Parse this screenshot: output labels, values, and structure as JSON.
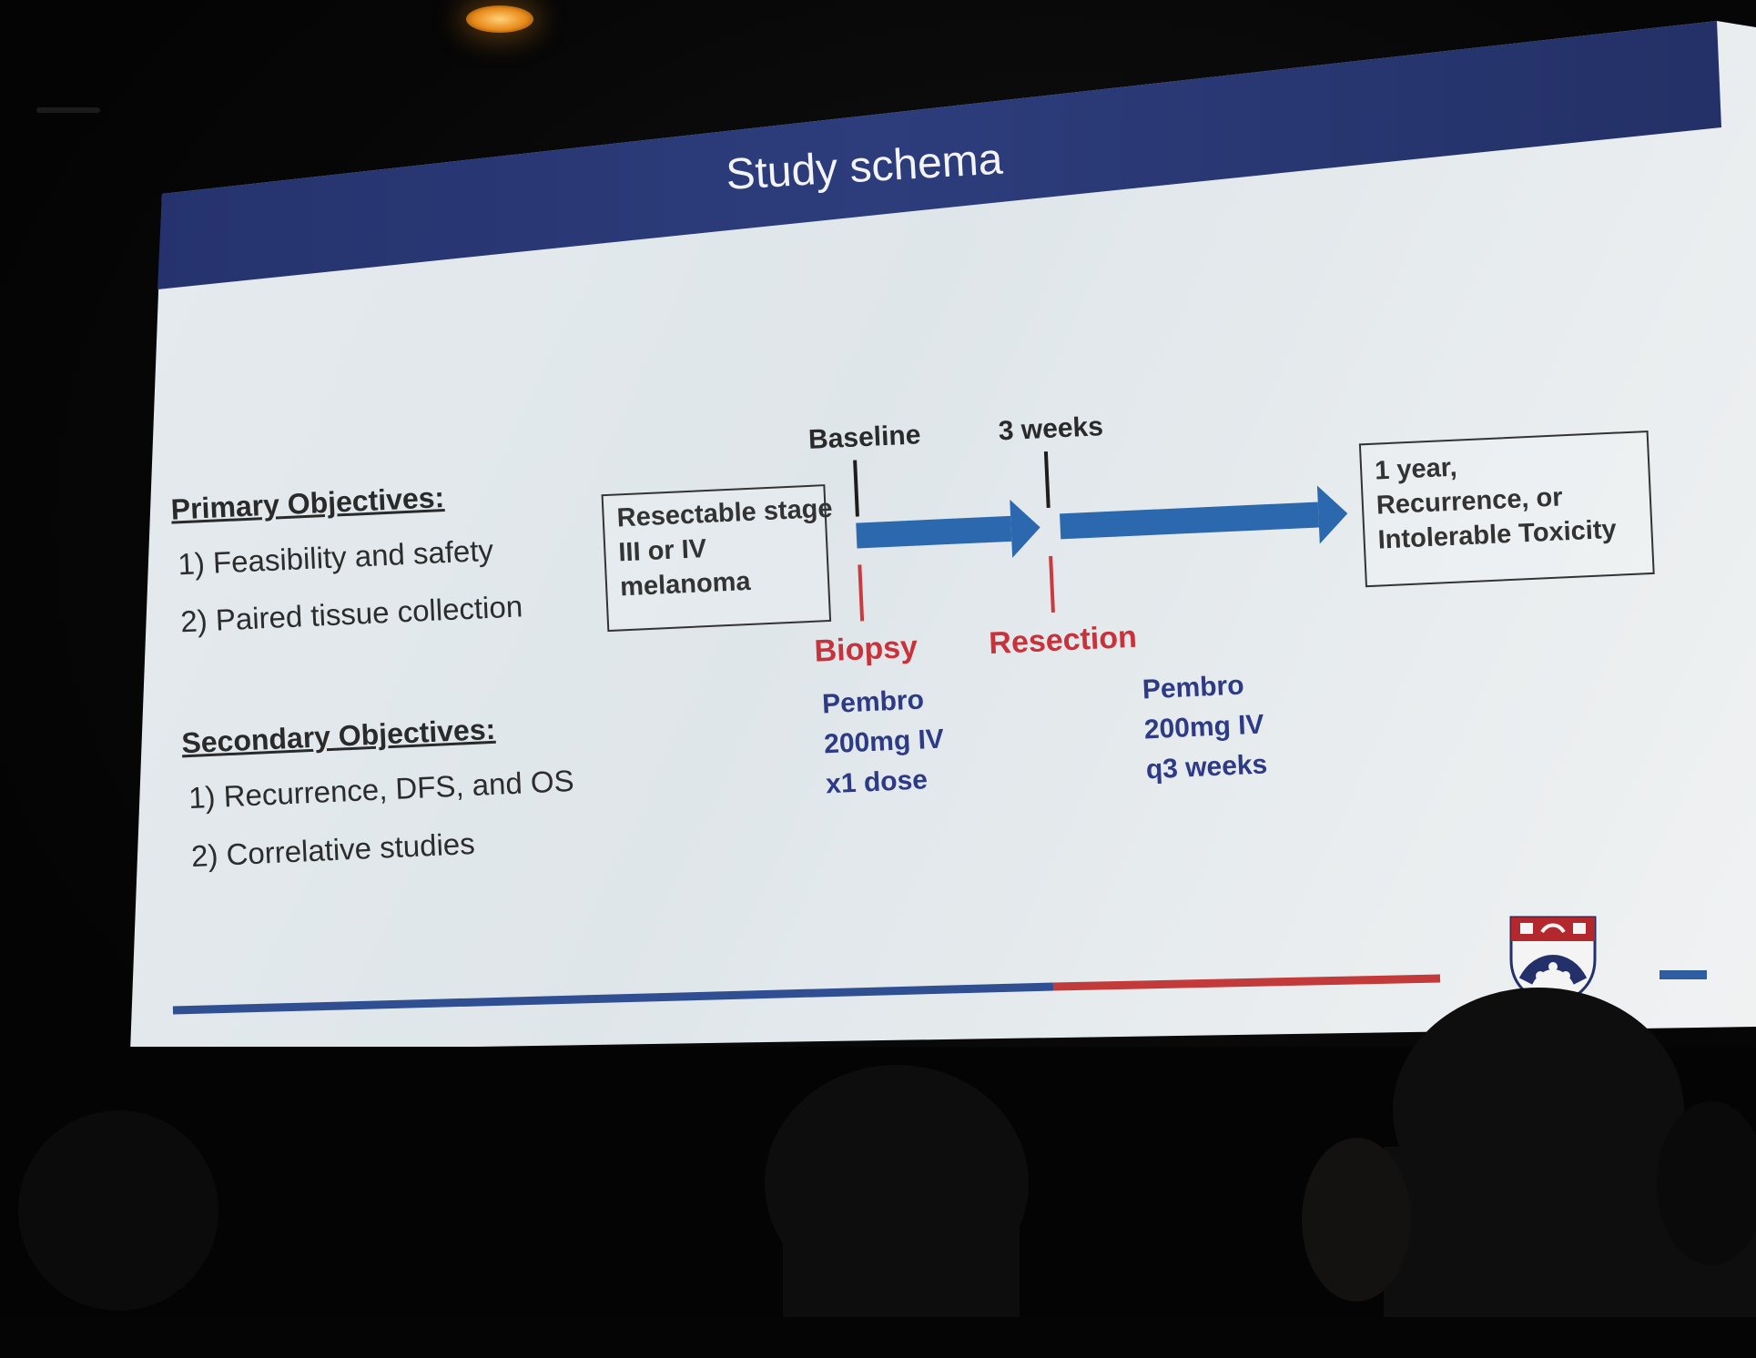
{
  "slide": {
    "title": "Study schema",
    "primary": {
      "heading": "Primary Objectives:",
      "items": [
        "1) Feasibility and safety",
        "2) Paired tissue collection"
      ]
    },
    "secondary": {
      "heading": "Secondary Objectives:",
      "items": [
        "1) Recurrence, DFS, and OS",
        "2) Correlative studies"
      ]
    },
    "schema": {
      "start_box": [
        "Resectable stage",
        "III or IV",
        "melanoma"
      ],
      "end_box": [
        "1 year,",
        "Recurrence, or",
        "Intolerable Toxicity"
      ],
      "timepoint_1": "Baseline",
      "timepoint_2": "3 weeks",
      "event_1": "Biopsy",
      "event_2": "Resection",
      "dose_1": [
        "Pembro",
        "200mg IV",
        "x1 dose"
      ],
      "dose_2": [
        "Pembro",
        "200mg IV",
        "q3 weeks"
      ]
    }
  },
  "colors": {
    "header": "#2d3d7c",
    "arrow": "#2c68ad",
    "red_label": "#c8323a",
    "drug_text": "#2d3b86",
    "bar_blue": "#2f4f92",
    "bar_red": "#c23a3a"
  },
  "icons": [
    "ceiling-light",
    "university-shield-logo"
  ]
}
